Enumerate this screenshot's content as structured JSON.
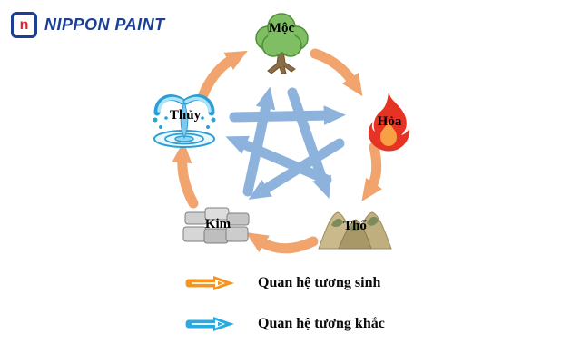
{
  "brand": {
    "logo_text": "NIPPON PAINT",
    "logo_letter": "n"
  },
  "diagram": {
    "elements": [
      {
        "id": "moc",
        "label": "Mộc",
        "icon": "tree-icon"
      },
      {
        "id": "hoa",
        "label": "Hỏa",
        "icon": "fire-icon"
      },
      {
        "id": "tho",
        "label": "Thổ",
        "icon": "mountain-icon"
      },
      {
        "id": "kim",
        "label": "Kim",
        "icon": "metal-icon"
      },
      {
        "id": "thuy",
        "label": "Thủy",
        "icon": "water-icon"
      }
    ],
    "generating_cycle": [
      {
        "from": "Thủy",
        "to": "Mộc"
      },
      {
        "from": "Mộc",
        "to": "Hỏa"
      },
      {
        "from": "Hỏa",
        "to": "Thổ"
      },
      {
        "from": "Thổ",
        "to": "Kim"
      },
      {
        "from": "Kim",
        "to": "Thủy"
      }
    ],
    "overcoming_cycle": [
      {
        "from": "Thủy",
        "to": "Hỏa"
      },
      {
        "from": "Mộc",
        "to": "Thổ"
      },
      {
        "from": "Thổ",
        "to": "Thủy"
      },
      {
        "from": "Hỏa",
        "to": "Kim"
      },
      {
        "from": "Kim",
        "to": "Mộc"
      }
    ]
  },
  "legend": {
    "items": [
      {
        "label": "Quan hệ tương sinh",
        "color": "#F7941D"
      },
      {
        "label": "Quan hệ tương khắc",
        "color": "#29ABE2"
      }
    ]
  },
  "colors": {
    "brand_blue": "#1B3F94",
    "brand_red": "#E62129",
    "generating_arrow": "#F2A46E",
    "overcoming_arrow": "#8DB3DC"
  }
}
